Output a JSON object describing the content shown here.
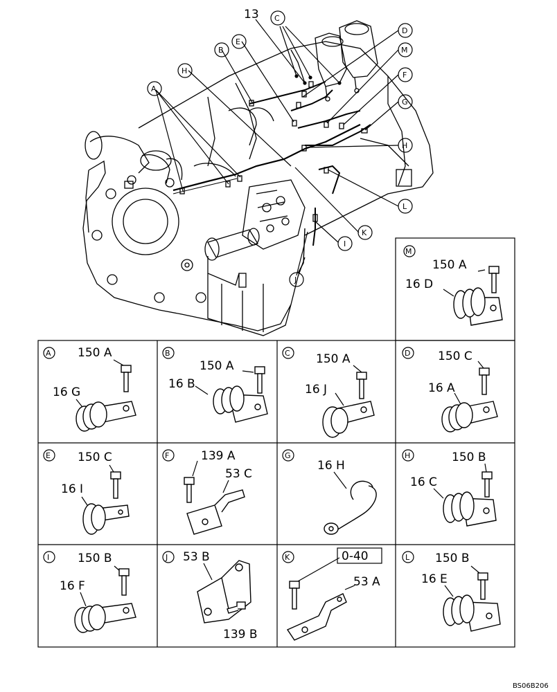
{
  "figure_code": "BS06B206",
  "callouts": {
    "top": "13",
    "A": "A",
    "B": "B",
    "C": "C",
    "D": "D",
    "E": "E",
    "F": "F",
    "G": "G",
    "H": "H",
    "I": "I",
    "J": "J",
    "K": "K",
    "L": "L",
    "M": "M"
  },
  "panels": {
    "A": {
      "letter": "A",
      "bolt": "150 A",
      "clip": "16 G"
    },
    "B": {
      "letter": "B",
      "bolt": "150 A",
      "clip": "16 B"
    },
    "C": {
      "letter": "C",
      "bolt": "150 A",
      "clip": "16 J"
    },
    "D": {
      "letter": "D",
      "bolt": "150 C",
      "clip": "16 A"
    },
    "E": {
      "letter": "E",
      "bolt": "150 C",
      "clip": "16 I"
    },
    "F": {
      "letter": "F",
      "bolt": "139 A",
      "bracket": "53 C"
    },
    "G": {
      "letter": "G",
      "clip": "16 H"
    },
    "H": {
      "letter": "H",
      "bolt": "150 B",
      "clip": "16 C"
    },
    "I": {
      "letter": "I",
      "bolt": "150 B",
      "clip": "16 F"
    },
    "J": {
      "letter": "J",
      "bracket": "53 B",
      "bolt": "139 B"
    },
    "K": {
      "letter": "K",
      "box": "0-40",
      "bracket": "53 A"
    },
    "L": {
      "letter": "L",
      "bolt": "150 B",
      "clip": "16 E"
    },
    "M": {
      "letter": "M",
      "bolt": "150 A",
      "clip": "16 D"
    }
  }
}
